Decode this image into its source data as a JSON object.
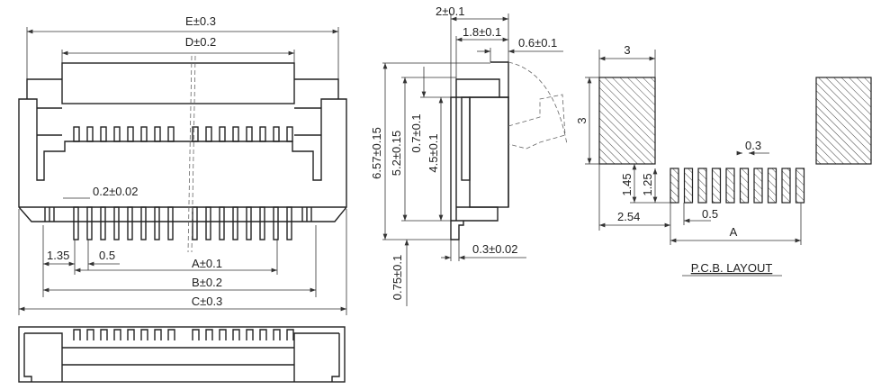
{
  "front_view": {
    "dim_e": "E±0.3",
    "dim_d": "D±0.2",
    "dim_pin_width": "0.2±0.02",
    "dim_offset": "1.35",
    "dim_pitch": "0.5",
    "dim_a": "A±0.1",
    "dim_b": "B±0.2",
    "dim_c": "C±0.3",
    "pin_count_per_side": 8
  },
  "side_view": {
    "dim_depth": "2±0.1",
    "dim_depth_inner": "1.8±0.1",
    "dim_actuator": "0.6±0.1",
    "dim_total_height": "6.57±0.15",
    "dim_body_height": "5.2±0.15",
    "dim_top": "0.7±0.1",
    "dim_inner_height": "4.5±0.1",
    "dim_foot": "0.75±0.1",
    "dim_lead": "0.3±0.02"
  },
  "pcb_layout": {
    "title": "P.C.B. LAYOUT",
    "pad_width": "3",
    "pad_height": "3",
    "signal_pad_width": "0.3",
    "dim_1_45": "1.45",
    "dim_1_25": "1.25",
    "dim_2_54": "2.54",
    "dim_pitch": "0.5",
    "dim_a": "A",
    "signal_pad_count": 10
  }
}
